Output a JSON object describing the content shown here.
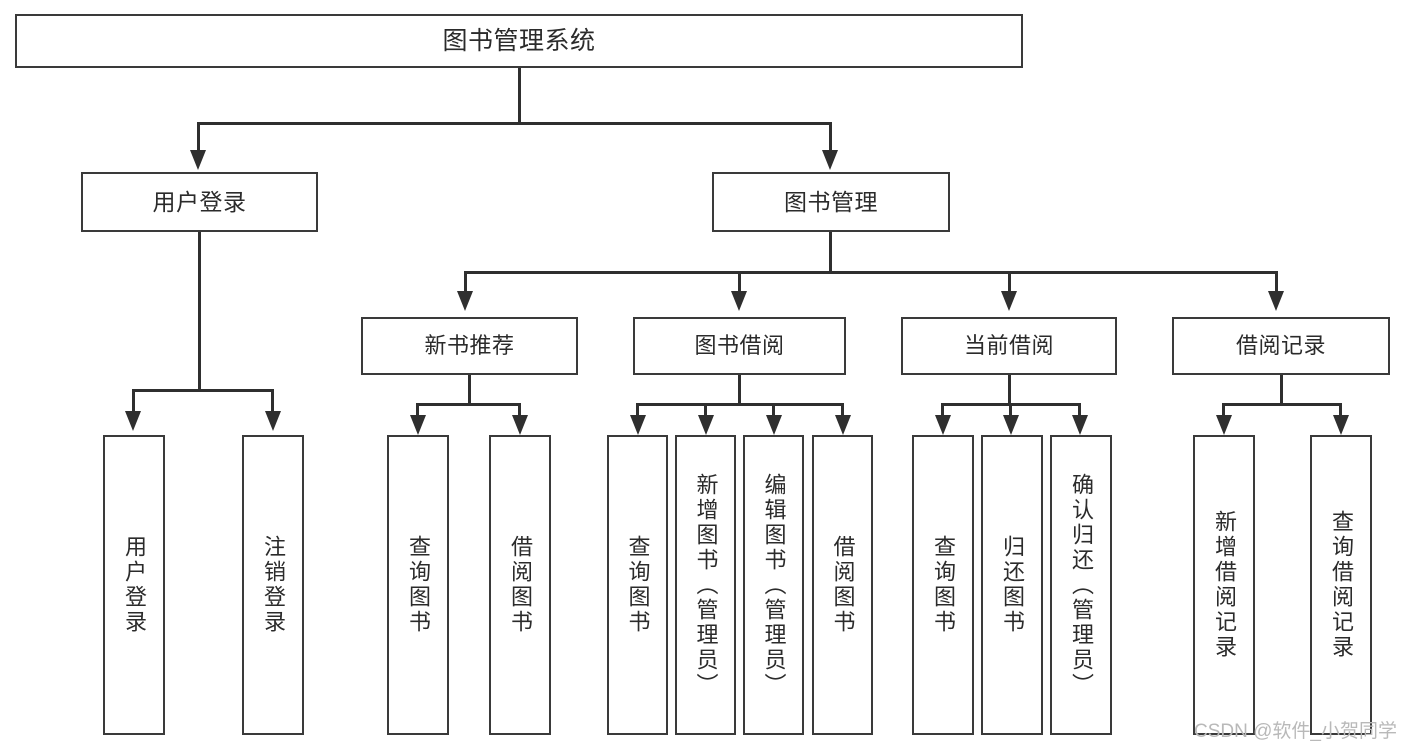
{
  "diagram": {
    "title": "图书管理系统",
    "type": "hierarchy-tree",
    "root": {
      "id": "root",
      "label": "图书管理系统"
    },
    "level2": [
      {
        "id": "user-login",
        "label": "用户登录"
      },
      {
        "id": "book-manage",
        "label": "图书管理"
      }
    ],
    "level3": [
      {
        "id": "new-book-recommend",
        "label": "新书推荐",
        "parent": "book-manage"
      },
      {
        "id": "book-borrow",
        "label": "图书借阅",
        "parent": "book-manage"
      },
      {
        "id": "current-borrow",
        "label": "当前借阅",
        "parent": "book-manage"
      },
      {
        "id": "borrow-record",
        "label": "借阅记录",
        "parent": "book-manage"
      }
    ],
    "leaves": [
      {
        "id": "leaf-user-login",
        "label": "用户登录",
        "parent": "user-login"
      },
      {
        "id": "leaf-user-logout",
        "label": "注销登录",
        "parent": "user-login"
      },
      {
        "id": "leaf-query-book-1",
        "label": "查询图书",
        "parent": "new-book-recommend"
      },
      {
        "id": "leaf-borrow-book-1",
        "label": "借阅图书",
        "parent": "new-book-recommend"
      },
      {
        "id": "leaf-query-book-2",
        "label": "查询图书",
        "parent": "book-borrow"
      },
      {
        "id": "leaf-add-book",
        "label": "新增图书（管理员）",
        "parent": "book-borrow"
      },
      {
        "id": "leaf-edit-book",
        "label": "编辑图书（管理员）",
        "parent": "book-borrow"
      },
      {
        "id": "leaf-borrow-book-2",
        "label": "借阅图书",
        "parent": "book-borrow"
      },
      {
        "id": "leaf-query-book-3",
        "label": "查询图书",
        "parent": "current-borrow"
      },
      {
        "id": "leaf-return-book",
        "label": "归还图书",
        "parent": "current-borrow"
      },
      {
        "id": "leaf-confirm-return",
        "label": "确认归还（管理员）",
        "parent": "current-borrow"
      },
      {
        "id": "leaf-add-record",
        "label": "新增借阅记录",
        "parent": "borrow-record"
      },
      {
        "id": "leaf-query-record",
        "label": "查询借阅记录",
        "parent": "borrow-record"
      }
    ]
  },
  "watermark": {
    "text": "CSDN @软件_小贺同学"
  },
  "colors": {
    "box_border": "#3a3a3a",
    "connector": "#2f2f2f",
    "text": "#2b2b2b",
    "background": "#ffffff",
    "watermark": "#b9b9b9"
  }
}
